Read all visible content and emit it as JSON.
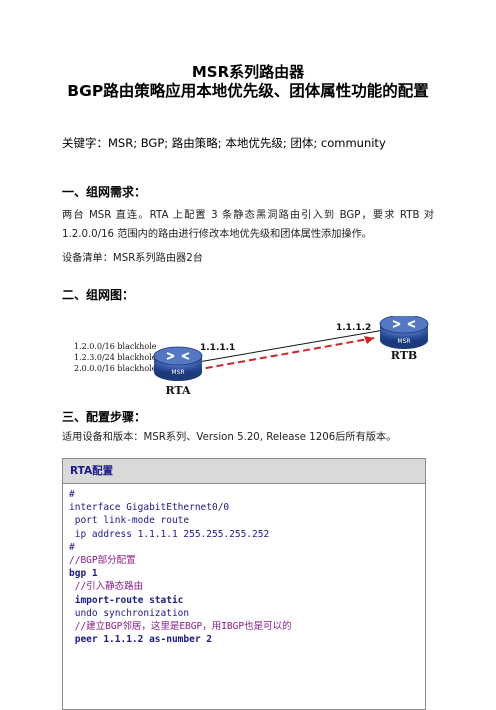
{
  "title": {
    "line1": "MSR系列路由器",
    "line2": "BGP路由策略应用本地优先级、团体属性功能的配置"
  },
  "keywords": "关键字：MSR; BGP; 路由策略; 本地优先级; 团体; community",
  "sections": {
    "req_heading": "一、组网需求：",
    "req_paragraph": "两台 MSR 直连。RTA 上配置 3 条静态黑洞路由引入到 BGP，要求 RTB 对 1.2.0.0/16 范围内的路由进行修改本地优先级和团体属性添加操作。",
    "equipment": "设备清单：MSR系列路由器2台",
    "diagram_heading": "二、组网图：",
    "steps_heading": "三、配置步骤：",
    "applicable": "适用设备和版本：MSR系列、Version 5.20, Release 1206后所有版本。"
  },
  "diagram": {
    "routes": [
      "1.2.0.0/16 blackhole",
      "1.2.3.0/24 blackhole",
      "2.0.0.0/16 blackhole"
    ],
    "rta_ip": "1.1.1.1",
    "rtb_ip": "1.1.1.2",
    "rta_name": "RTA",
    "rtb_name": "RTB",
    "router_label": "MSR"
  },
  "code": {
    "header": "RTA配置",
    "lines": [
      {
        "text": "#",
        "style": "normal"
      },
      {
        "text": "interface GigabitEthernet0/0",
        "style": "normal"
      },
      {
        "text": " port link-mode route",
        "style": "normal"
      },
      {
        "text": " ip address 1.1.1.1 255.255.255.252",
        "style": "normal"
      },
      {
        "text": "#",
        "style": "normal"
      },
      {
        "text": "//BGP部分配置",
        "style": "comment"
      },
      {
        "text": "bgp 1",
        "style": "bold"
      },
      {
        "text": " //引入静态路由",
        "style": "comment"
      },
      {
        "text": " import-route static",
        "style": "bold"
      },
      {
        "text": " undo synchronization",
        "style": "normal"
      },
      {
        "text": " //建立BGP邻居，这里是EBGP，用IBGP也是可以的",
        "style": "comment"
      },
      {
        "text": " peer 1.1.1.2 as-number 2",
        "style": "bold"
      }
    ]
  }
}
